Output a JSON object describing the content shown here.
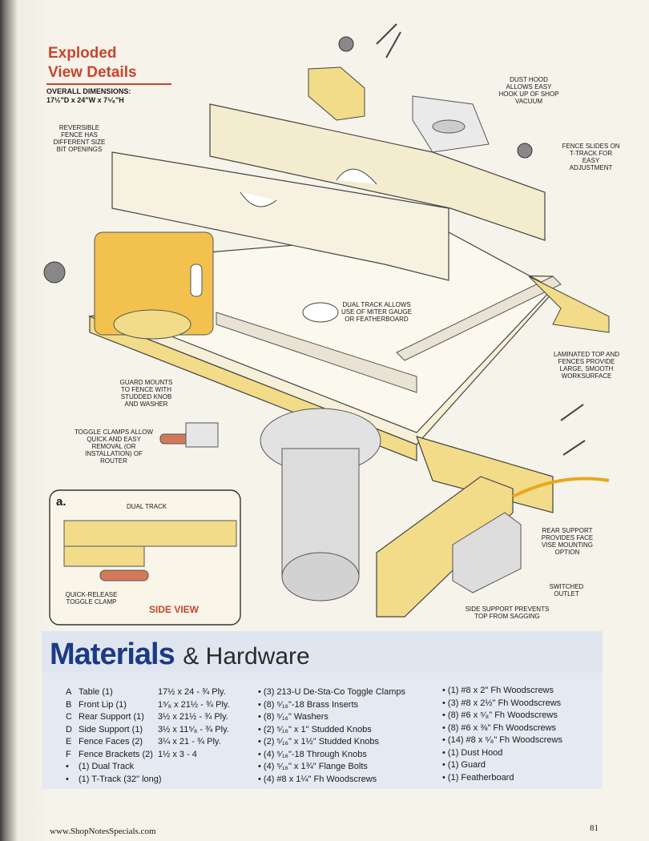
{
  "header": {
    "title_line1": "Exploded",
    "title_line2": "View Details",
    "dims_label": "OVERALL DIMENSIONS:",
    "dims_value": "17½\"D x 24\"W x 7⁵⁄₈\"H"
  },
  "callouts": {
    "reversible_fence": "REVERSIBLE FENCE HAS DIFFERENT SIZE BIT OPENINGS",
    "dust_hood": "DUST HOOD ALLOWS EASY HOOK UP OF SHOP VACUUM",
    "fence_slides": "FENCE SLIDES ON T-TRACK FOR EASY ADJUSTMENT",
    "dual_track": "DUAL TRACK ALLOWS USE OF MITER GAUGE OR FEATHERBOARD",
    "laminated_top": "LAMINATED TOP AND FENCES PROVIDE LARGE, SMOOTH WORKSURFACE",
    "guard_mounts": "GUARD MOUNTS TO FENCE WITH STUDDED KNOB AND WASHER",
    "toggle_clamps": "TOGGLE CLAMPS ALLOW QUICK AND EASY REMOVAL (OR INSTALLATION) OF ROUTER",
    "rear_support": "REAR SUPPORT PROVIDES FACE VISE MOUNTING OPTION",
    "switched_outlet": "SWITCHED OUTLET",
    "side_support": "SIDE SUPPORT PREVENTS TOP FROM SAGGING",
    "inset_dual_track": "DUAL TRACK",
    "quick_release": "QUICK-RELEASE TOGGLE CLAMP"
  },
  "inset": {
    "letter": "a.",
    "side_view": "SIDE VIEW"
  },
  "materials": {
    "title_bold": "Materials",
    "title_rest": "& Hardware",
    "parts": [
      {
        "key": "A",
        "name": "Table (1)",
        "dims": "17½ x 24 - ¾ Ply."
      },
      {
        "key": "B",
        "name": "Front Lip (1)",
        "dims": "1⁵⁄₈ x 21½ - ¾ Ply."
      },
      {
        "key": "C",
        "name": "Rear Support (1)",
        "dims": "3½ x 21½ - ¾ Ply."
      },
      {
        "key": "D",
        "name": "Side Support (1)",
        "dims": "3½ x 11⁵⁄₈ - ¾ Ply."
      },
      {
        "key": "E",
        "name": "Fence Faces (2)",
        "dims": "3¼ x 21 - ¾ Ply."
      },
      {
        "key": "F",
        "name": "Fence Brackets (2)",
        "dims": "1½ x 3 - 4"
      },
      {
        "key": "•",
        "name": "(1) Dual Track",
        "dims": ""
      },
      {
        "key": "•",
        "name": "(1) T-Track (32\" long)",
        "dims": ""
      }
    ],
    "hardware_col2": [
      "(3) 213-U De-Sta-Co Toggle Clamps",
      "(8) ⁵⁄₁₆\"-18 Brass Inserts",
      "(8) ⁵⁄₁₆\" Washers",
      "(2) ⁵⁄₁₆\" x 1\" Studded Knobs",
      "(2) ⁵⁄₁₆\" x 1½\" Studded Knobs",
      "(4) ⁵⁄₁₆\"-18 Through Knobs",
      "(4) ⁵⁄₁₆\" x 1¾\" Flange Bolts",
      "(4) #8 x 1¼\" Fh Woodscrews"
    ],
    "hardware_col3": [
      "(1) #8 x 2\" Fh Woodscrews",
      "(3) #8 x 2½\" Fh Woodscrews",
      "(8) #6 x ⁵⁄₈\" Fh Woodscrews",
      "(8) #6 x ⅜\" Fh Woodscrews",
      "(14) #8 x ⁵⁄₈\" Fh Woodscrews",
      "(1) Dust Hood",
      "(1) Guard",
      "(1) Featherboard"
    ]
  },
  "footer": {
    "url": "www.ShopNotesSpecials.com",
    "page_number": "81"
  },
  "colors": {
    "accent_red": "#c8452c",
    "materials_blue": "#1c3a86",
    "wood": "#f2dc8a",
    "panel_bg": "#e5eaf2"
  }
}
